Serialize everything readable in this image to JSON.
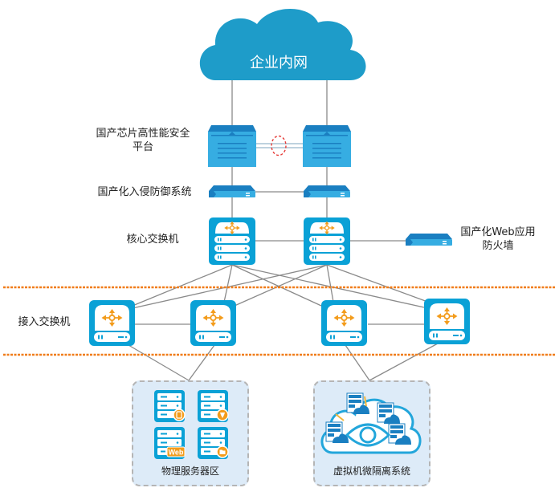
{
  "title": "企业内网",
  "labels": {
    "security_platform": [
      "国产芯片高性能安全",
      "平台"
    ],
    "ips": "国产化入侵防御系统",
    "core_switch": "核心交换机",
    "waf": [
      "国产化Web应用",
      "防火墙"
    ],
    "access_switch": "接入交换机",
    "physical_zone": "物理服务器区",
    "virtual_zone": "虚拟机微隔离系统"
  },
  "server_badges": [
    "database",
    "firewall-shield",
    "Web",
    "folder"
  ],
  "colors": {
    "cloud": "#1e9cc9",
    "device_blue": "#2ea8dc",
    "device_dark": "#1a7fc1",
    "switch_frame": "#0aa1d6",
    "arrow_orange": "#f39c1c",
    "zone_divider": "#f07d1a",
    "heartbeat": "#e53935",
    "line": "#8a8a8a",
    "zone_bg": "#ddebf8"
  }
}
